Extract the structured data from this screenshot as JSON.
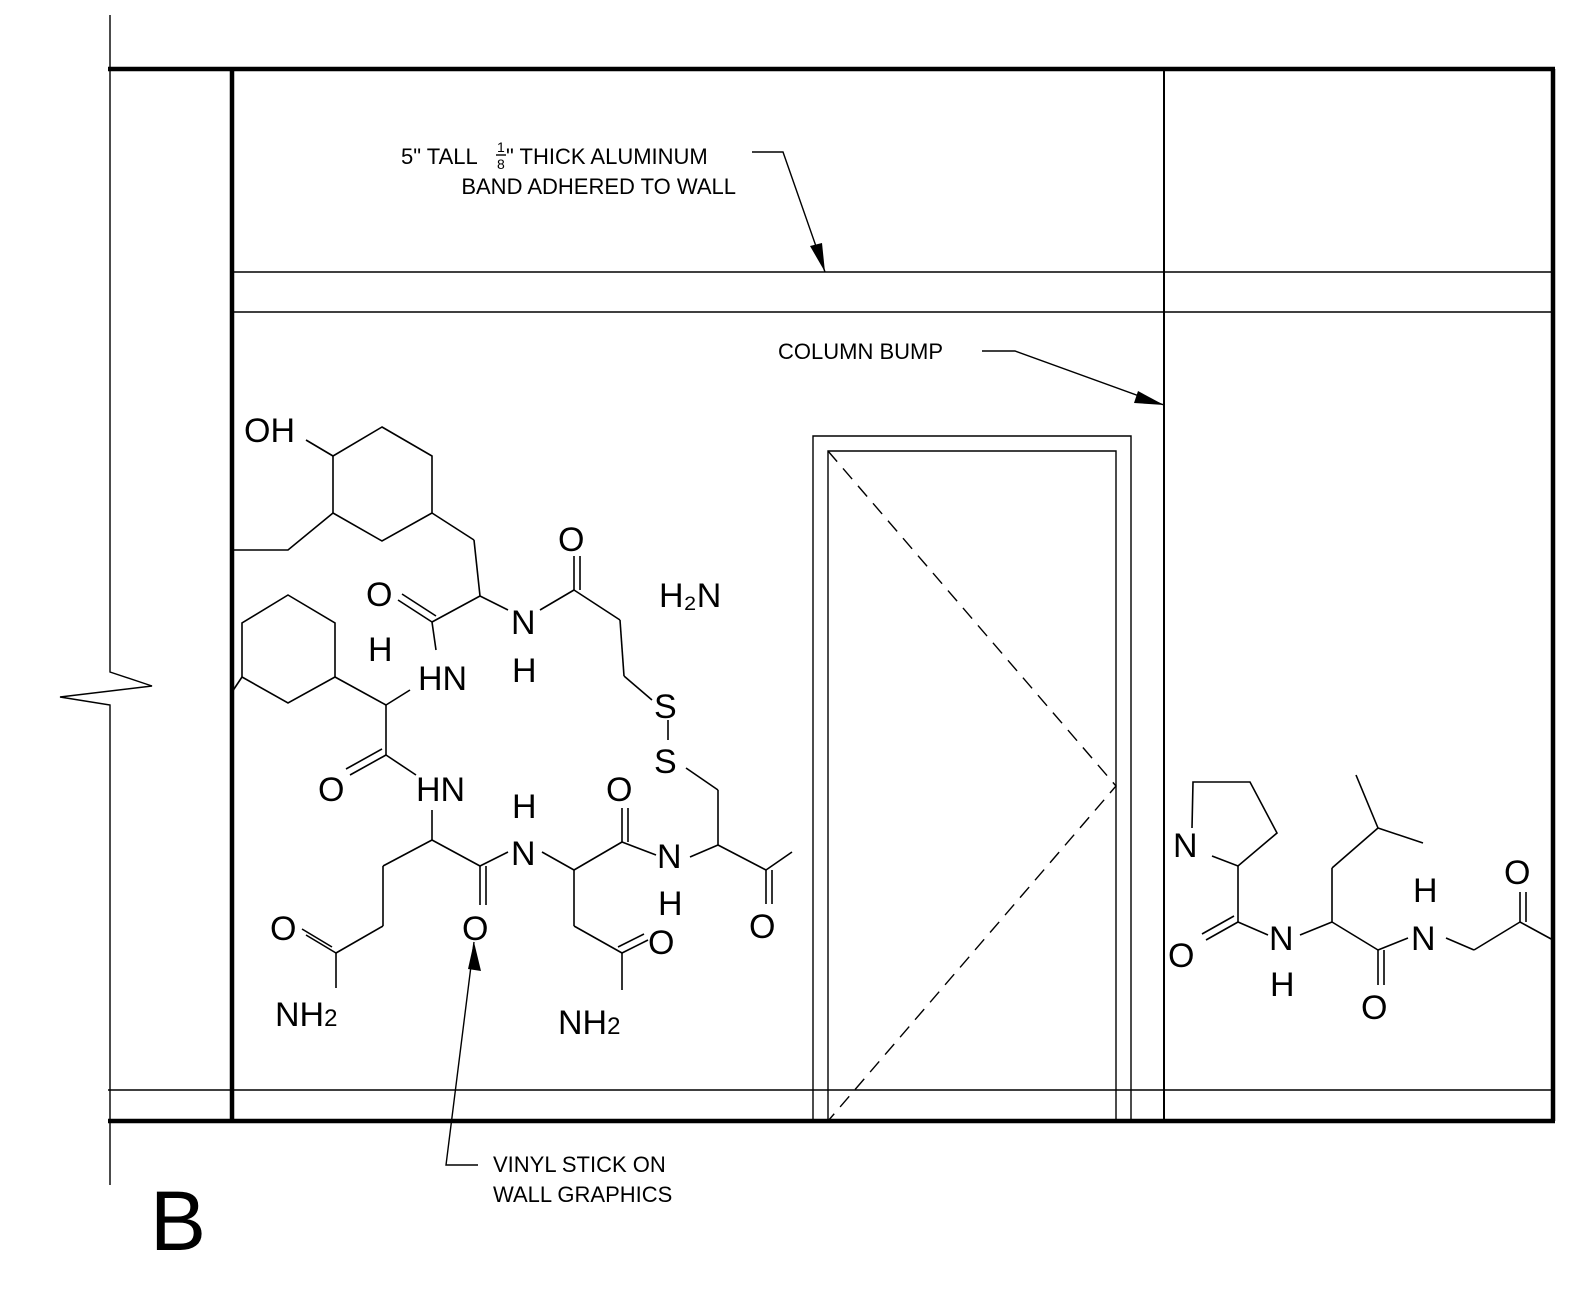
{
  "notes": {
    "band_line1": "5\" TALL",
    "band_fraction_num": "1",
    "band_fraction_den": "8",
    "band_line1_rest": "\" THICK ALUMINUM",
    "band_line2": "BAND ADHERED TO WALL",
    "column_bump": "COLUMN BUMP",
    "vinyl_line1": "VINYL STICK ON",
    "vinyl_line2": "WALL GRAPHICS"
  },
  "section_marker": "B",
  "molecule": {
    "oh": "OH",
    "o1": "O",
    "h2n": "H₂N",
    "o2": "O",
    "n1": "N",
    "h1": "H",
    "h2": "H",
    "hn1": "HN",
    "s1": "S",
    "s2": "S",
    "o3": "O",
    "hn2": "HN",
    "h3": "H",
    "o4": "O",
    "n2": "N",
    "n3": "N",
    "h4": "H",
    "o5": "O",
    "o6": "O",
    "o7": "O",
    "o8": "O",
    "nh2_a": "NH",
    "nh2_a_sub": "2",
    "nh2_b": "NH",
    "nh2_b_sub": "2"
  },
  "molecule_right": {
    "n_ring": "N",
    "o1": "O",
    "n1": "N",
    "h1": "H",
    "o2": "O",
    "h2": "H",
    "n2": "N",
    "o3": "O"
  }
}
